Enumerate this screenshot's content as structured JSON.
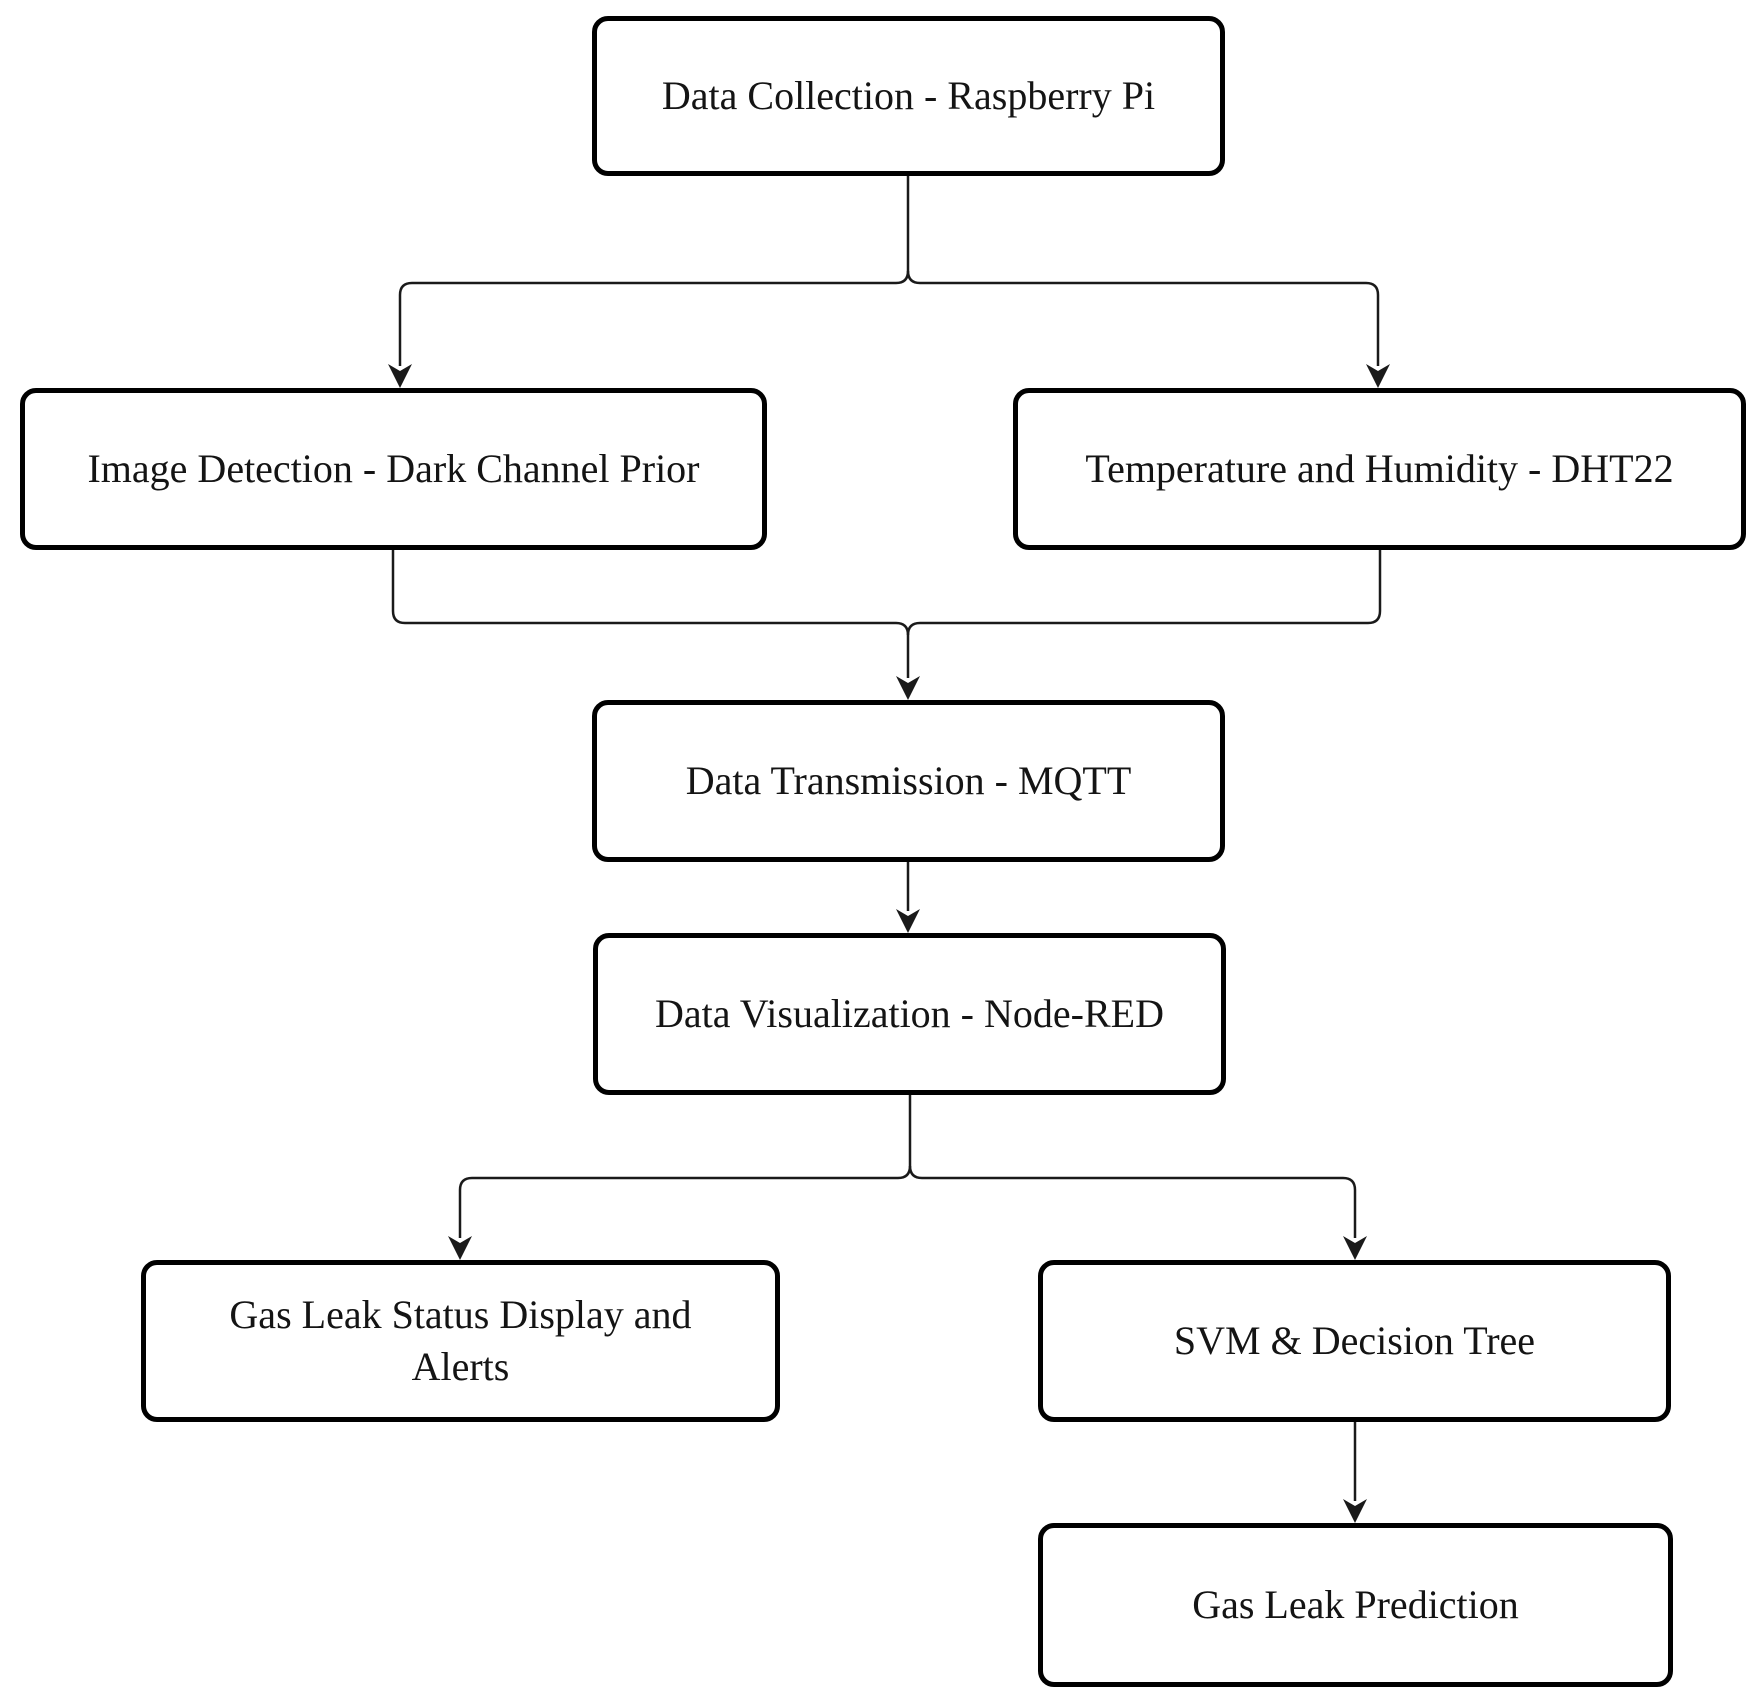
{
  "diagram": {
    "type": "flowchart",
    "colors": {
      "background": "#ffffff",
      "node_fill": "#ffffff",
      "node_border": "#000000",
      "text": "#141414",
      "connector": "#1a1a1a"
    },
    "nodes": {
      "data_collection": {
        "label": "Data Collection - Raspberry Pi"
      },
      "image_detection": {
        "label": "Image Detection - Dark Channel Prior"
      },
      "temperature_humidity": {
        "label": "Temperature and Humidity - DHT22"
      },
      "data_transmission": {
        "label": "Data Transmission - MQTT"
      },
      "data_visualization": {
        "label": "Data Visualization - Node-RED"
      },
      "gas_leak_status": {
        "label": "Gas Leak Status Display and Alerts"
      },
      "svm_decision_tree": {
        "label": "SVM & Decision Tree"
      },
      "gas_leak_prediction": {
        "label": "Gas Leak Prediction"
      }
    },
    "edges": [
      {
        "from": "data_collection",
        "to": "image_detection"
      },
      {
        "from": "data_collection",
        "to": "temperature_humidity"
      },
      {
        "from": "image_detection",
        "to": "data_transmission"
      },
      {
        "from": "temperature_humidity",
        "to": "data_transmission"
      },
      {
        "from": "data_transmission",
        "to": "data_visualization"
      },
      {
        "from": "data_visualization",
        "to": "gas_leak_status"
      },
      {
        "from": "data_visualization",
        "to": "svm_decision_tree"
      },
      {
        "from": "svm_decision_tree",
        "to": "gas_leak_prediction"
      }
    ]
  }
}
